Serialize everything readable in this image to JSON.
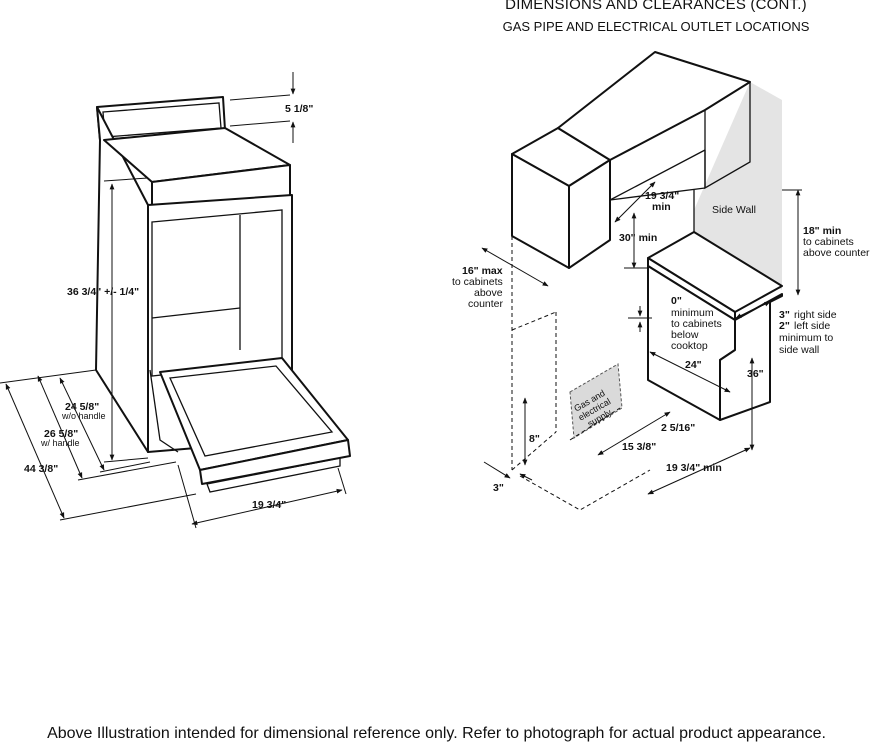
{
  "header": {
    "title": "DIMENSIONS AND CLEARANCES (CONT.)",
    "subtitle": "GAS PIPE AND ELECTRICAL OUTLET LOCATIONS"
  },
  "range_diagram": {
    "top_height": "5 1/8\"",
    "height": "36 3/4\" +/- 1/4\"",
    "depth_no_handle_value": "24 5/8\"",
    "depth_no_handle_note": "w/o handle",
    "depth_handle_value": "26 5/8\"",
    "depth_handle_note": "w/ handle",
    "depth_door_open": "44 3/8\"",
    "width": "19 3/4\""
  },
  "clearance_diagram": {
    "cabinet_width_value": "19 3/4\"",
    "cabinet_width_note": "min",
    "above_cooktop": "30\" min",
    "side_wall_label": "Side Wall",
    "side_clearance_value": "18\" min",
    "side_clearance_lines": [
      "to cabinets",
      "above counter"
    ],
    "cabinet_depth_value": "16\" max",
    "cabinet_depth_lines": [
      "to cabinets",
      "above",
      "counter"
    ],
    "zero_value": "0\"",
    "zero_lines": [
      "minimum",
      "to cabinets",
      "below",
      "cooktop"
    ],
    "counter_depth": "24\"",
    "right_side_value": "3\"",
    "right_side_text": "right side",
    "left_side_value": "2\"",
    "left_side_text": "left side",
    "side_wall_lines": [
      "minimum to",
      "side wall"
    ],
    "counter_height": "36\"",
    "gas_lines": [
      "Gas and",
      "electrical",
      "supply"
    ],
    "floor_height": "8\"",
    "floor_offset": "3\"",
    "supply_width": "15 3/8\"",
    "supply_offset": "2 5/16\"",
    "opening_width": "19 3/4\" min"
  },
  "footer": "Above Illustration intended for dimensional reference only. Refer to photograph for actual product appearance."
}
